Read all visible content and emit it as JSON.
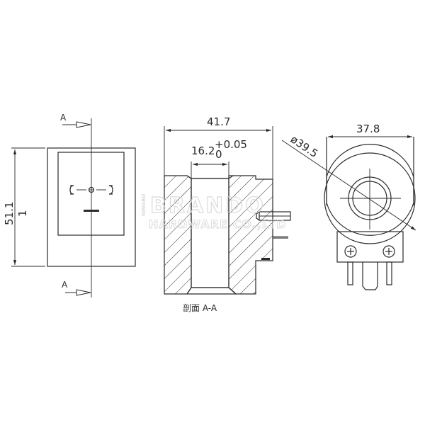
{
  "drawing": {
    "title": "Solenoid coil technical drawing",
    "front_view": {
      "height_dimension": "51.1",
      "height_dimension_sub": "1",
      "section_marker_top": "A",
      "section_marker_bottom": "A"
    },
    "section_view": {
      "overall_width": "41.7",
      "bore_diameter": "16.2",
      "bore_tolerance_upper": "+0.05",
      "bore_tolerance_lower": "0",
      "caption": "剖面 A-A"
    },
    "side_view": {
      "width_dimension": "37.8",
      "diameter_dimension": "ø39.5"
    }
  },
  "watermark": {
    "brand": "BRANDO",
    "company": "HARDWARE CO.,LTD",
    "city": "NINGBO"
  }
}
